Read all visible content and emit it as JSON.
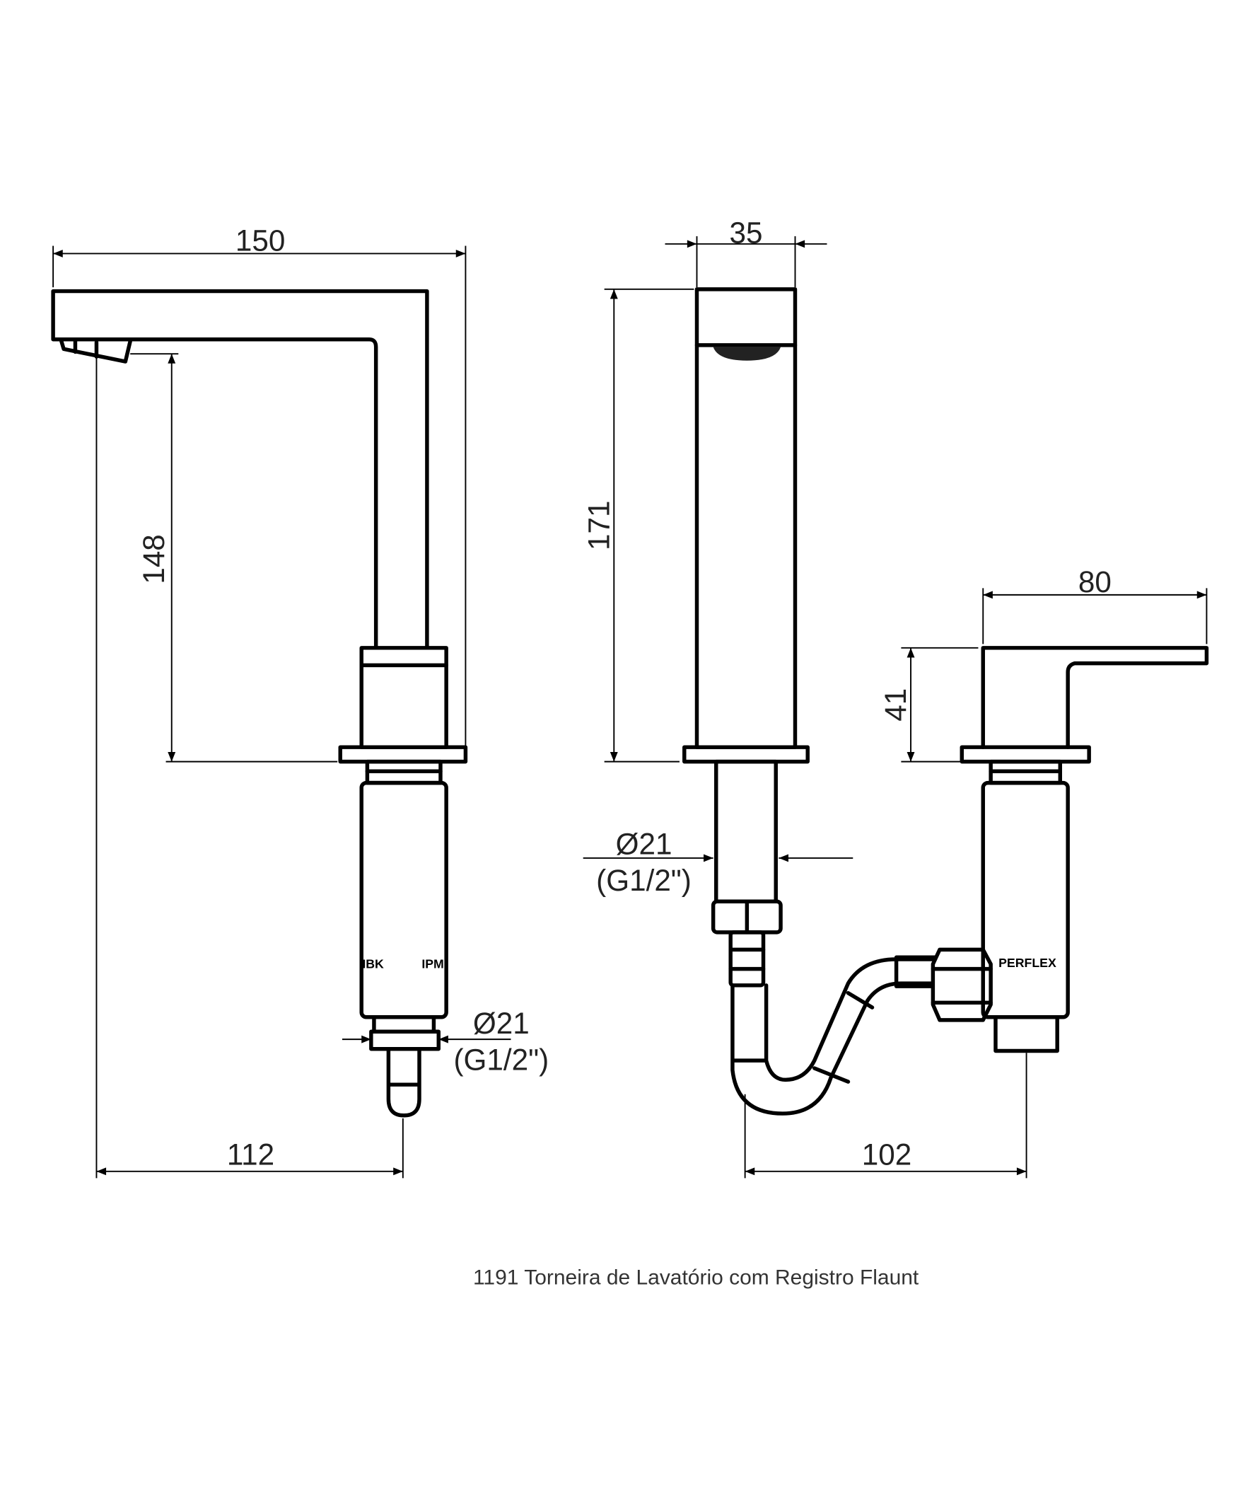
{
  "drawing": {
    "front_view": {
      "width_dim": "150",
      "spout_height_dim": "148",
      "reach_dim": "112",
      "connection_dim": "Ø21",
      "connection_thread": "(G1/2\")",
      "logo_marks": [
        "IBK",
        "IPM"
      ]
    },
    "side_view": {
      "width_dim": "35",
      "height_dim": "171",
      "connection_dim": "Ø21",
      "connection_thread": "(G1/2\")",
      "offset_dim": "102"
    },
    "valve_view": {
      "handle_length_dim": "80",
      "handle_height_dim": "41",
      "logo": "PERFLEX"
    }
  },
  "caption": "1191 Torneira de Lavatório com Registro Flaunt",
  "colors": {
    "line": "#000000",
    "text": "#222222",
    "background": "#ffffff"
  }
}
